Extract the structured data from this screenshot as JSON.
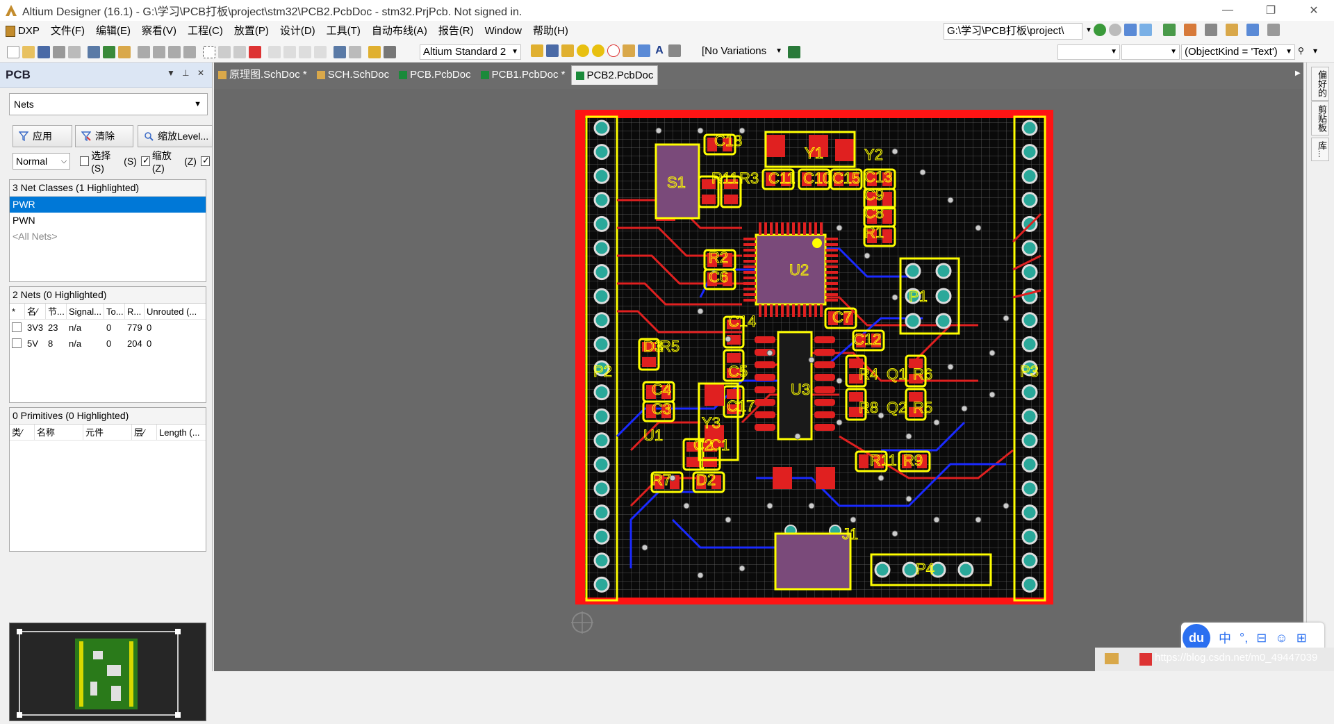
{
  "window": {
    "title": "Altium Designer (16.1) - G:\\学习\\PCB打板\\project\\stm32\\PCB2.PcbDoc - stm32.PrjPcb. Not signed in.",
    "controls": [
      "—",
      "❐",
      "✕"
    ]
  },
  "menu": {
    "items": [
      "DXP",
      "文件(F)",
      "编辑(E)",
      "察看(V)",
      "工程(C)",
      "放置(P)",
      "设计(D)",
      "工具(T)",
      "自动布线(A)",
      "报告(R)",
      "Window",
      "帮助(H)"
    ],
    "path": "G:\\学习\\PCB打板\\project\\"
  },
  "toolbar": {
    "layer_set": "Altium Standard 2",
    "variations": "[No Variations",
    "filter_query": "(ObjectKind = 'Text')"
  },
  "panel": {
    "title": "PCB",
    "mode": "Nets",
    "apply_label": "应用",
    "clear_label": "清除",
    "zoom_label": "缩放Level...",
    "normal": "Normal",
    "select_label": "选择(S)",
    "select_key": "(S)",
    "zoom_check_label": "缩放(Z)",
    "zoom_key": "(Z)",
    "netclasses_header": "3 Net Classes (1 Highlighted)",
    "netclasses": [
      "PWR",
      "PWN",
      "<All Nets>"
    ],
    "nets_header": "2 Nets (0 Highlighted)",
    "nets_columns": [
      "*",
      "名⁄",
      "节...",
      "Signal...",
      "To...",
      "R...",
      "Unrouted (..."
    ],
    "nets": [
      {
        "name": "3V3",
        "nodes": "23",
        "signal": "n/a",
        "to": "0",
        "r": "779",
        "unrouted": "0"
      },
      {
        "name": "5V",
        "nodes": "8",
        "signal": "n/a",
        "to": "0",
        "r": "204",
        "unrouted": "0"
      }
    ],
    "primitives_header": "0 Primitives (0 Highlighted)",
    "primitives_columns": [
      "类⁄",
      "名称",
      "元件",
      "层⁄",
      "Length (..."
    ]
  },
  "tabs": [
    {
      "label": "原理图.SchDoc *",
      "color": "#d9a84a"
    },
    {
      "label": "SCH.SchDoc",
      "color": "#d9a84a"
    },
    {
      "label": "PCB.PcbDoc",
      "color": "#1a8a3a"
    },
    {
      "label": "PCB1.PcbDoc *",
      "color": "#1a8a3a"
    },
    {
      "label": "PCB2.PcbDoc",
      "color": "#1a8a3a"
    }
  ],
  "right_panels": [
    "偏好的",
    "剪贴板",
    "库..."
  ],
  "pcb": {
    "designators": [
      "S1",
      "C18",
      "Y1",
      "Y2",
      "R11",
      "R3",
      "C11",
      "C10",
      "C15",
      "C13",
      "C9",
      "C8",
      "R1",
      "U2",
      "R2",
      "C6",
      "P1",
      "P2",
      "P3",
      "C7",
      "C12",
      "D3",
      "R5",
      "Y3",
      "C14",
      "C5",
      "C17",
      "U3",
      "R4",
      "Q1",
      "R6",
      "R8",
      "Q2",
      "R5",
      "C4",
      "C3",
      "U1",
      "C2",
      "C1",
      "R7",
      "D2",
      "J1",
      "R11",
      "R9",
      "P4"
    ]
  },
  "tray": {
    "du": "du",
    "icons": [
      "中",
      "°,",
      "⊟",
      "☺",
      "⊞"
    ]
  },
  "watermark": "https://blog.csdn.net/m0_49447039"
}
